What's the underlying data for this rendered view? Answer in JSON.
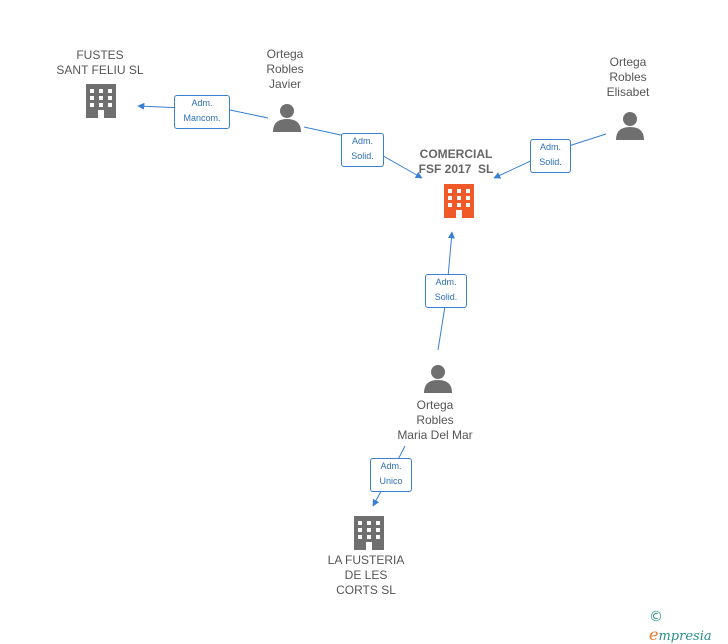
{
  "nodes": {
    "fustes": {
      "lines": [
        "FUSTES",
        "SANT FELIU SL"
      ],
      "icon": "building-icon",
      "color": "#6f6f6f"
    },
    "ortega_javier": {
      "lines": [
        "Ortega",
        "Robles",
        "Javier"
      ],
      "icon": "person-icon",
      "color": "#6f6f6f"
    },
    "ortega_elisabet": {
      "lines": [
        "Ortega",
        "Robles",
        "Elisabet"
      ],
      "icon": "person-icon",
      "color": "#6f6f6f"
    },
    "comercial": {
      "lines": [
        "COMERCIAL",
        "FSF 2017  SL"
      ],
      "icon": "building-icon",
      "color": "#f05a28"
    },
    "ortega_maria": {
      "lines": [
        "Ortega",
        "Robles",
        "Maria Del Mar"
      ],
      "icon": "person-icon",
      "color": "#6f6f6f"
    },
    "la_fusteria": {
      "lines": [
        "LA FUSTERIA",
        "DE LES",
        "CORTS SL"
      ],
      "icon": "building-icon",
      "color": "#6f6f6f"
    }
  },
  "edges": {
    "javier_fustes": {
      "lines": [
        "Adm.",
        "Mancom."
      ]
    },
    "javier_comercial": {
      "lines": [
        "Adm.",
        "Solid."
      ]
    },
    "elisabet_comercial": {
      "lines": [
        "Adm.",
        "Solid."
      ]
    },
    "maria_comercial": {
      "lines": [
        "Adm.",
        "Solid."
      ]
    },
    "maria_fusteria": {
      "lines": [
        "Adm.",
        "Unico"
      ]
    }
  },
  "colors": {
    "edge": "#3a7fd1",
    "node": "#6f6f6f",
    "highlight": "#f05a28"
  },
  "brand": {
    "copyright": "©",
    "e": "e",
    "rest": "mpresia"
  }
}
